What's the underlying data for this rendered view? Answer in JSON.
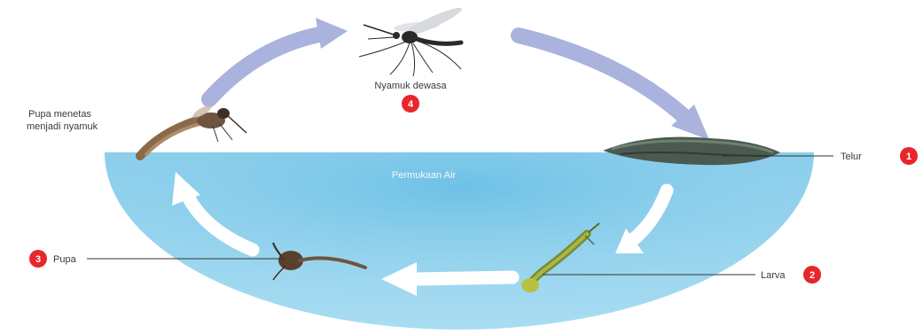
{
  "labels": {
    "adult": "Nyamuk dewasa",
    "emerge_line1": "Pupa menetas",
    "emerge_line2": "menjadi nyamuk",
    "water_surface": "Permukaan Air",
    "egg": "Telur",
    "larva": "Larva",
    "pupa": "Pupa"
  },
  "badges": {
    "egg": "1",
    "larva": "2",
    "pupa": "3",
    "adult": "4"
  },
  "colors": {
    "water": "#8fd0ec",
    "water_deep": "#5cb8e2",
    "arrow_top": "#a9b3dd",
    "arrow_water": "#ffffff",
    "badge": "#e8262b"
  }
}
